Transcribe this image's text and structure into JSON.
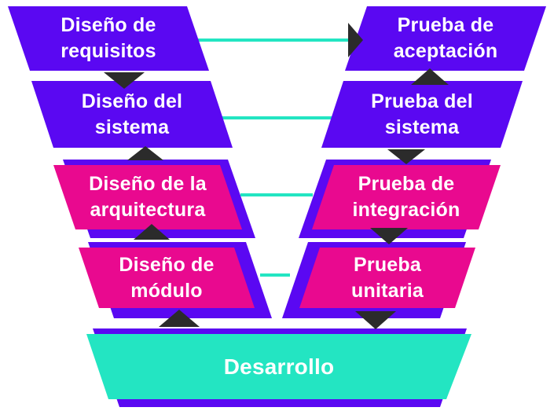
{
  "diagram": {
    "type": "v-model",
    "left_column": [
      {
        "label": "Diseño de\nrequisitos",
        "color": "purple"
      },
      {
        "label": "Diseño del\nsistema",
        "color": "purple"
      },
      {
        "label": "Diseño de la\narquitectura",
        "color": "magenta"
      },
      {
        "label": "Diseño de\nmódulo",
        "color": "magenta"
      }
    ],
    "right_column": [
      {
        "label": "Prueba de\naceptación",
        "color": "purple"
      },
      {
        "label": "Prueba del\nsistema",
        "color": "purple"
      },
      {
        "label": "Prueba de\nintegración",
        "color": "magenta"
      },
      {
        "label": "Prueba\nunitaria",
        "color": "magenta"
      }
    ],
    "base": {
      "label": "Desarrollo",
      "color": "teal"
    },
    "connectors": {
      "count": 4,
      "style": "horizontal teal lines between matching left/right phases",
      "top_line_arrowhead": "right"
    },
    "level_arrows": {
      "left": [
        "down",
        "up",
        "up",
        "up"
      ],
      "right": [
        "up",
        "down",
        "down",
        "down"
      ]
    },
    "colors": {
      "purple": "#5A08F2",
      "magenta": "#E9098F",
      "teal": "#23E5C2",
      "arrow_black": "#2B2B2B",
      "text": "#FFFFFF",
      "background": "#FFFFFF"
    }
  }
}
